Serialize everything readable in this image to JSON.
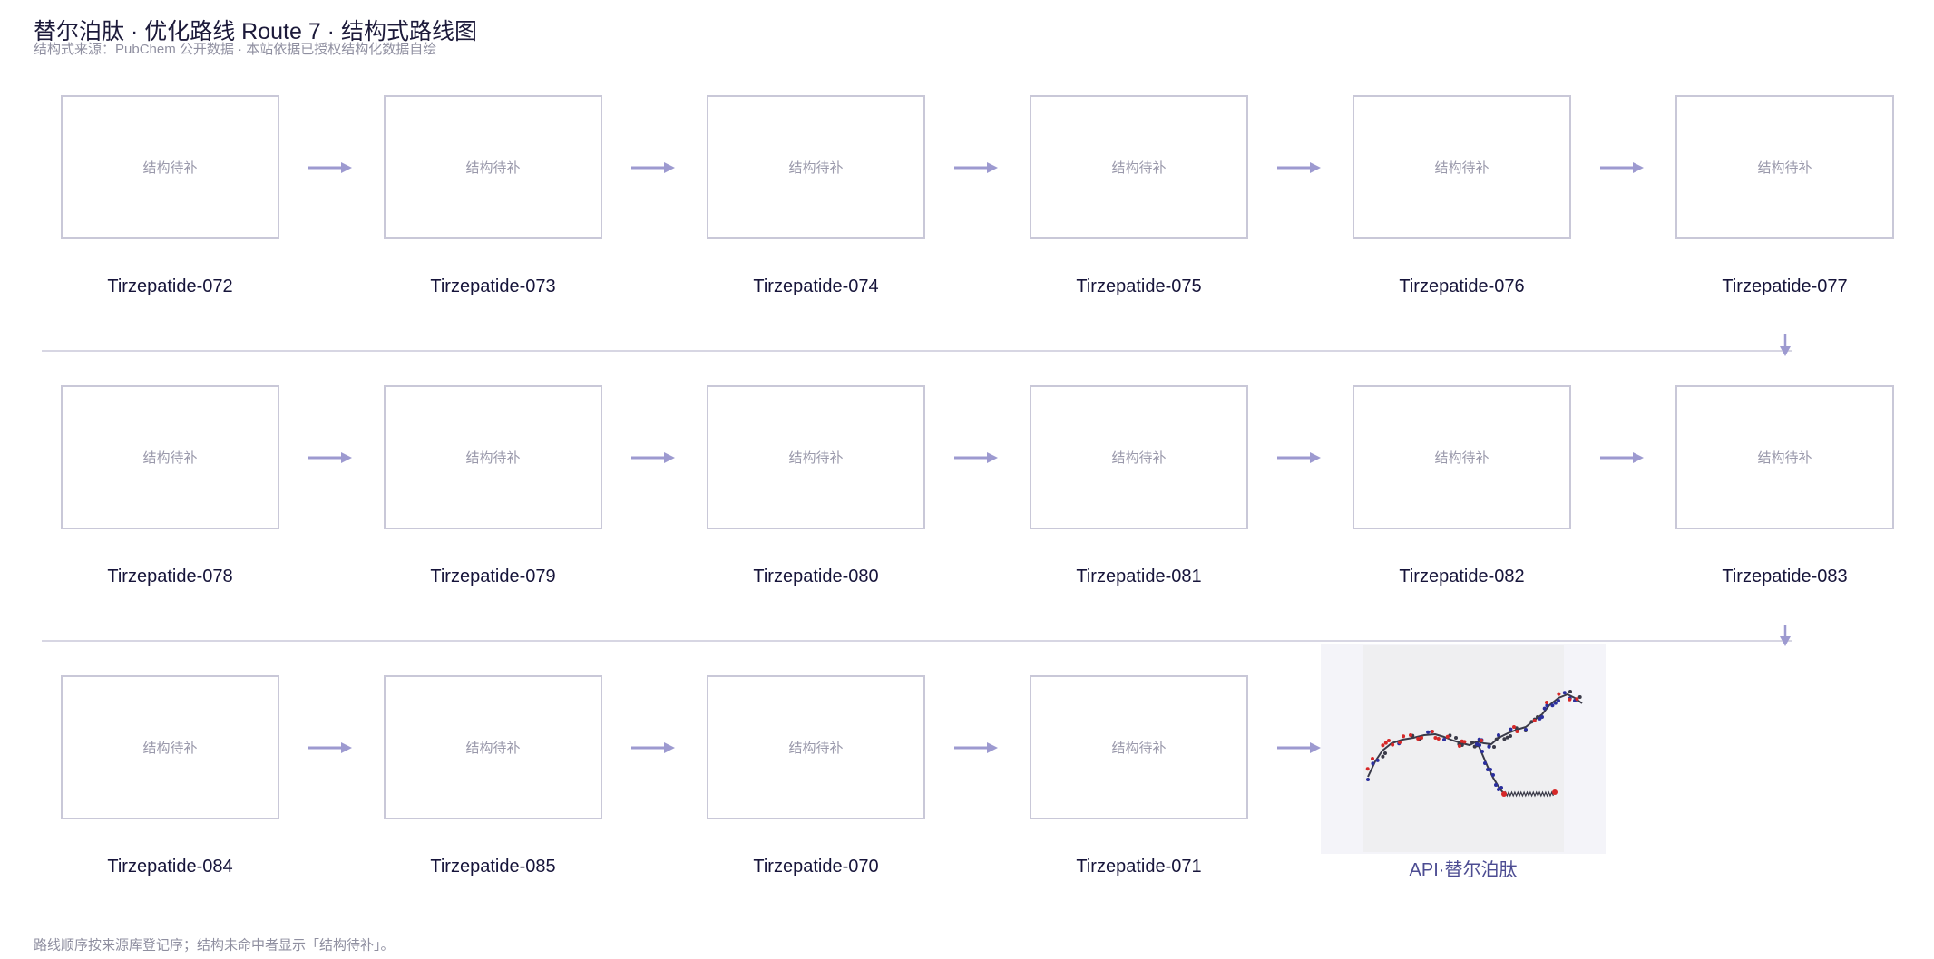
{
  "header": {
    "title": "替尔泊肽 · 优化路线 Route 7 · 结构式路线图",
    "subtitle": "结构式来源：PubChem 公开数据 · 本站依据已授权结构化数据自绘"
  },
  "placeholder_text": "结构待补",
  "route": {
    "rows": [
      {
        "nodes": [
          {
            "label": "Tirzepatide-072"
          },
          {
            "label": "Tirzepatide-073"
          },
          {
            "label": "Tirzepatide-074"
          },
          {
            "label": "Tirzepatide-075"
          },
          {
            "label": "Tirzepatide-076"
          },
          {
            "label": "Tirzepatide-077"
          }
        ]
      },
      {
        "nodes": [
          {
            "label": "Tirzepatide-078"
          },
          {
            "label": "Tirzepatide-079"
          },
          {
            "label": "Tirzepatide-080"
          },
          {
            "label": "Tirzepatide-081"
          },
          {
            "label": "Tirzepatide-082"
          },
          {
            "label": "Tirzepatide-083"
          }
        ]
      },
      {
        "nodes": [
          {
            "label": "Tirzepatide-084"
          },
          {
            "label": "Tirzepatide-085"
          },
          {
            "label": "Tirzepatide-070"
          },
          {
            "label": "Tirzepatide-071"
          }
        ]
      }
    ],
    "final_product": {
      "label": "API·替尔泊肽"
    }
  },
  "footer": {
    "note": "路线顺序按来源库登记序；结构未命中者显示「结构待补」。"
  },
  "colors": {
    "arrow": "#9d9ad0",
    "box_border": "#c9c8d8",
    "row_divider": "#d7d6e3",
    "api_label": "#4c4c92",
    "atom_oxygen": "#d62828",
    "atom_nitrogen": "#2b2f9e",
    "bond": "#3a3a48"
  }
}
